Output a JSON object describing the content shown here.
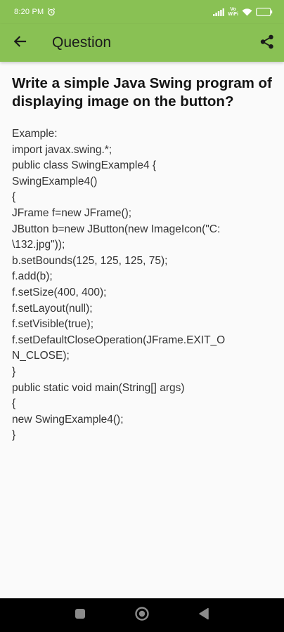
{
  "status_bar": {
    "time": "8:20 PM",
    "battery": "19",
    "network": [
      "Vo",
      "WiFi"
    ]
  },
  "app_bar": {
    "title": "Question",
    "back_icon": "arrow-back-icon",
    "share_icon": "share-icon"
  },
  "question": {
    "title": "Write a simple Java Swing program of displaying image on the button?"
  },
  "answer": {
    "lines": [
      "Example:",
      "import javax.swing.*;",
      "public class SwingExample4 {",
      "SwingExample4()",
      "{",
      "JFrame f=new JFrame();",
      "JButton b=new JButton(new ImageIcon(\"C:",
      "\\132.jpg\"));",
      "b.setBounds(125, 125, 125, 75);",
      "f.add(b);",
      "f.setSize(400, 400);",
      "f.setLayout(null);",
      "f.setVisible(true);",
      "f.setDefaultCloseOperation(JFrame.EXIT_O",
      "N_CLOSE);",
      "}",
      "public static void main(String[] args)",
      "{",
      "new SwingExample4();",
      "}"
    ]
  },
  "colors": {
    "accent": "#89c154",
    "nav_bar": "#000000",
    "background": "#fafafa"
  },
  "nav": {
    "recents_icon": "square-recents-icon",
    "home_icon": "circle-home-icon",
    "back_icon": "triangle-back-icon"
  }
}
